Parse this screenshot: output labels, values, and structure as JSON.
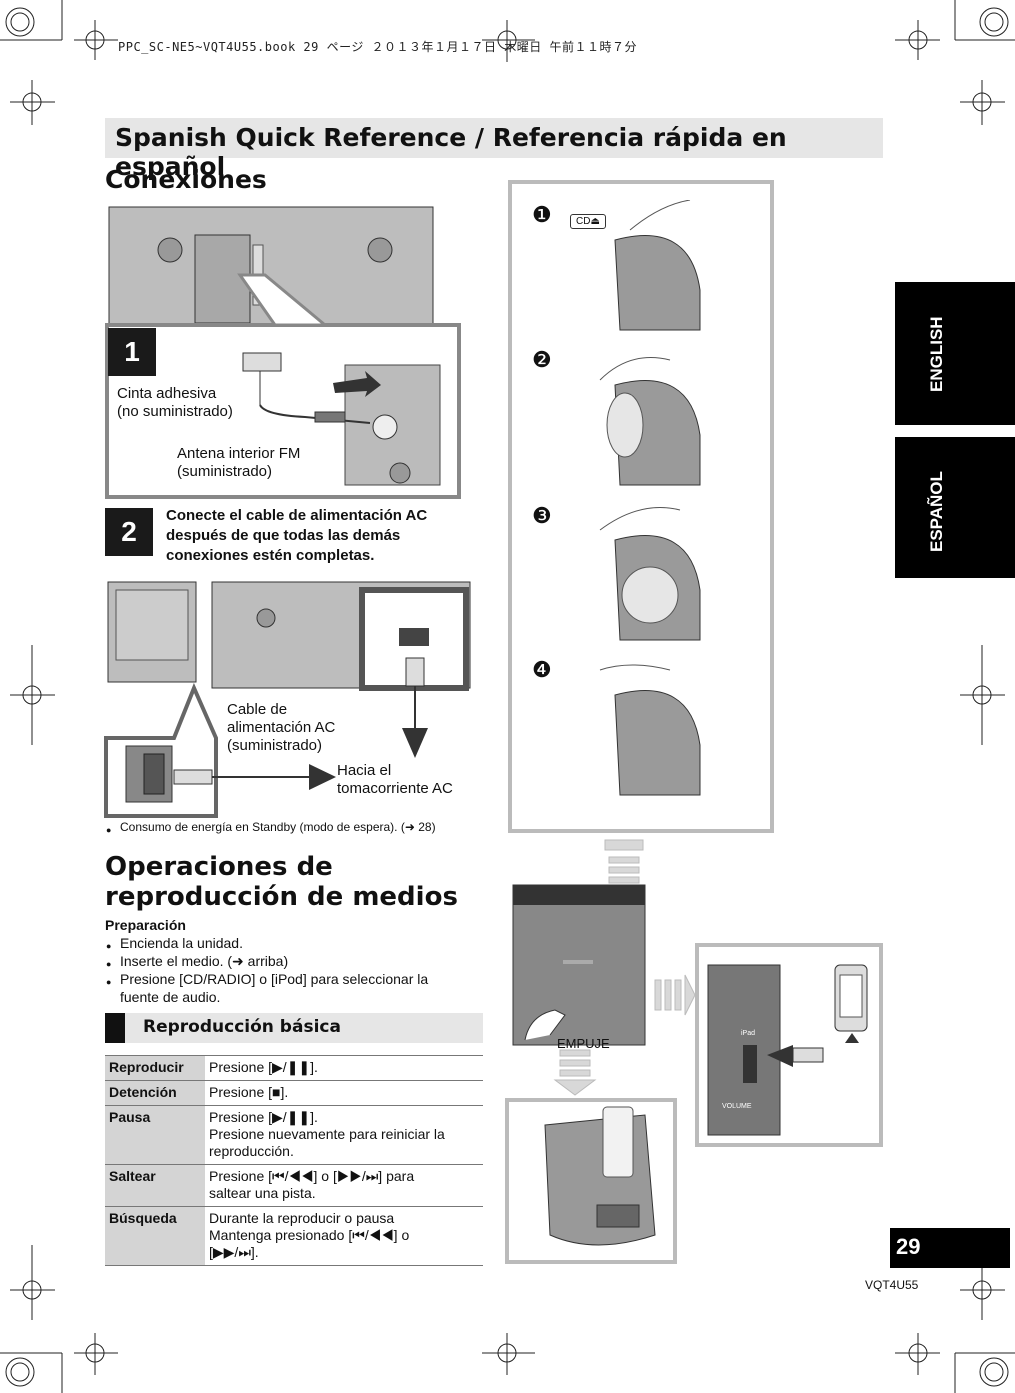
{
  "print_header": "PPC_SC-NE5~VQT4U55.book  29 ページ  ２０１３年１月１７日  木曜日  午前１１時７分",
  "banner": "Spanish Quick Reference / Referencia rápida en español",
  "conexiones": {
    "title": "Conexiones",
    "step1_number": "1",
    "tape_label_1": "Cinta adhesiva",
    "tape_label_2": "(no suministrado)",
    "antenna_label_1": "Antena interior FM",
    "antenna_label_2": "(suministrado)",
    "step2_number": "2",
    "step2_text_1": "Conecte el cable de alimentación AC",
    "step2_text_2": "después de que todas las demás",
    "step2_text_3": "conexiones estén completas.",
    "cable_label_1": "Cable de",
    "cable_label_2": "alimentación AC",
    "cable_label_3": "(suministrado)",
    "outlet_label_1": "Hacia el",
    "outlet_label_2": "tomacorriente AC",
    "standby_note": "Consumo de energía en Standby (modo de espera). (➜ 28)"
  },
  "cd_steps": [
    "❶",
    "❷",
    "❸",
    "❹"
  ],
  "cd_button": "CD⏏",
  "operaciones": {
    "title_1": "Operaciones de",
    "title_2": "reproducción de medios",
    "prep_title": "Preparación",
    "prep_items": [
      "Encienda la unidad.",
      "Inserte el medio. (➜ arriba)",
      "Presione [CD/RADIO] o [iPod] para seleccionar la",
      "fuente de audio."
    ],
    "basic_title": "Reproducción básica"
  },
  "table": [
    {
      "key": "Reproducir",
      "v1": "Presione [▶/❚❚].",
      "v2": "",
      "v3": ""
    },
    {
      "key": "Detención",
      "v1": "Presione [■].",
      "v2": "",
      "v3": ""
    },
    {
      "key": "Pausa",
      "v1": "Presione [▶/❚❚].",
      "v2": "Presione nuevamente para reiniciar la",
      "v3": "reproducción."
    },
    {
      "key": "Saltear",
      "v1": "Presione [⏮/◀◀] o [▶▶/⏭] para",
      "v2": "saltear una pista.",
      "v3": ""
    },
    {
      "key": "Búsqueda",
      "v1": "Durante la reproducir o pausa",
      "v2": "Mantenga presionado [⏮/◀◀] o",
      "v3": "[▶▶/⏭]."
    }
  ],
  "ipod": {
    "push_label": "EMPUJE",
    "panel_ipod": "iPad",
    "panel_volume": "VOLUME"
  },
  "tabs": {
    "english": "ENGLISH",
    "espanol": "ESPAÑOL"
  },
  "page_number": "29",
  "doc_code": "VQT4U55"
}
